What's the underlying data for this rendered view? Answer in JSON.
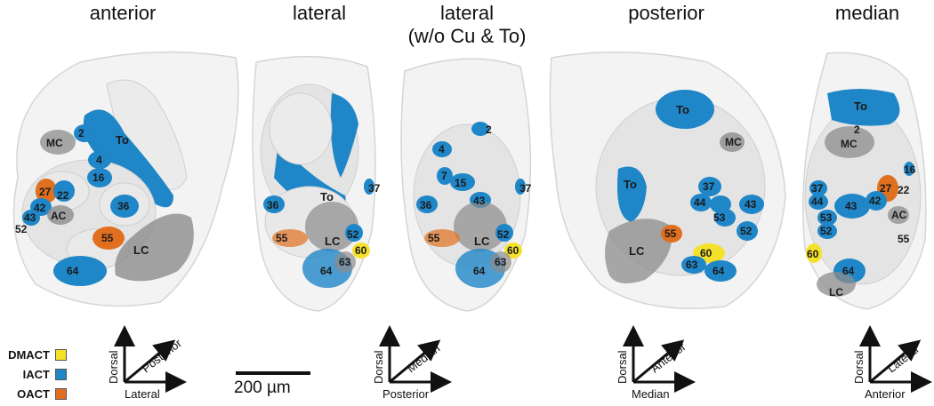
{
  "views": [
    {
      "title": "anterior"
    },
    {
      "title": "lateral"
    },
    {
      "title": "lateral\n(w/o Cu & To)",
      "line1": "lateral",
      "line2": "(w/o Cu & To)"
    },
    {
      "title": "posterior"
    },
    {
      "title": "median"
    }
  ],
  "legend": [
    {
      "label": "DMACT",
      "color": "#f5e12a"
    },
    {
      "label": "IACT",
      "color": "#1f86c8"
    },
    {
      "label": "OACT",
      "color": "#e0701f"
    }
  ],
  "colors": {
    "iact": "#1f86c8",
    "oact": "#e0701f",
    "dmact": "#f5e12a",
    "glomerulus": "#e6e6e6",
    "landmark": "#8c8c8c",
    "outline": "#d7d7d7"
  },
  "scalebar": {
    "label": "200 µm"
  },
  "axes": [
    {
      "up": "Dorsal",
      "diag": "Posterior",
      "right": "Lateral"
    },
    {
      "up": "Dorsal",
      "diag": "Median",
      "right": "Posterior"
    },
    {
      "up": "Dorsal",
      "diag": "Anterior",
      "right": "Median"
    },
    {
      "up": "Dorsal",
      "diag": "Lateral",
      "right": "Anterior"
    }
  ],
  "panels": {
    "anterior": {
      "labels": [
        "MC",
        "2",
        "To",
        "4",
        "16",
        "27",
        "22",
        "42",
        "AC",
        "43",
        "52",
        "36",
        "55",
        "LC",
        "64"
      ]
    },
    "lateral": {
      "labels": [
        "To",
        "37",
        "36",
        "55",
        "LC",
        "52",
        "60",
        "64",
        "63"
      ]
    },
    "lateral_wo": {
      "labels": [
        "2",
        "4",
        "7",
        "15",
        "43",
        "37",
        "36",
        "55",
        "LC",
        "52",
        "60",
        "64",
        "63"
      ]
    },
    "posterior": {
      "labels": [
        "To",
        "MC",
        "To",
        "37",
        "44",
        "43",
        "53",
        "52",
        "LC",
        "55",
        "60",
        "63",
        "64"
      ]
    },
    "median": {
      "labels": [
        "To",
        "2",
        "MC",
        "16",
        "37",
        "27",
        "22",
        "44",
        "43",
        "42",
        "53",
        "AC",
        "52",
        "55",
        "60",
        "64",
        "LC"
      ]
    }
  }
}
